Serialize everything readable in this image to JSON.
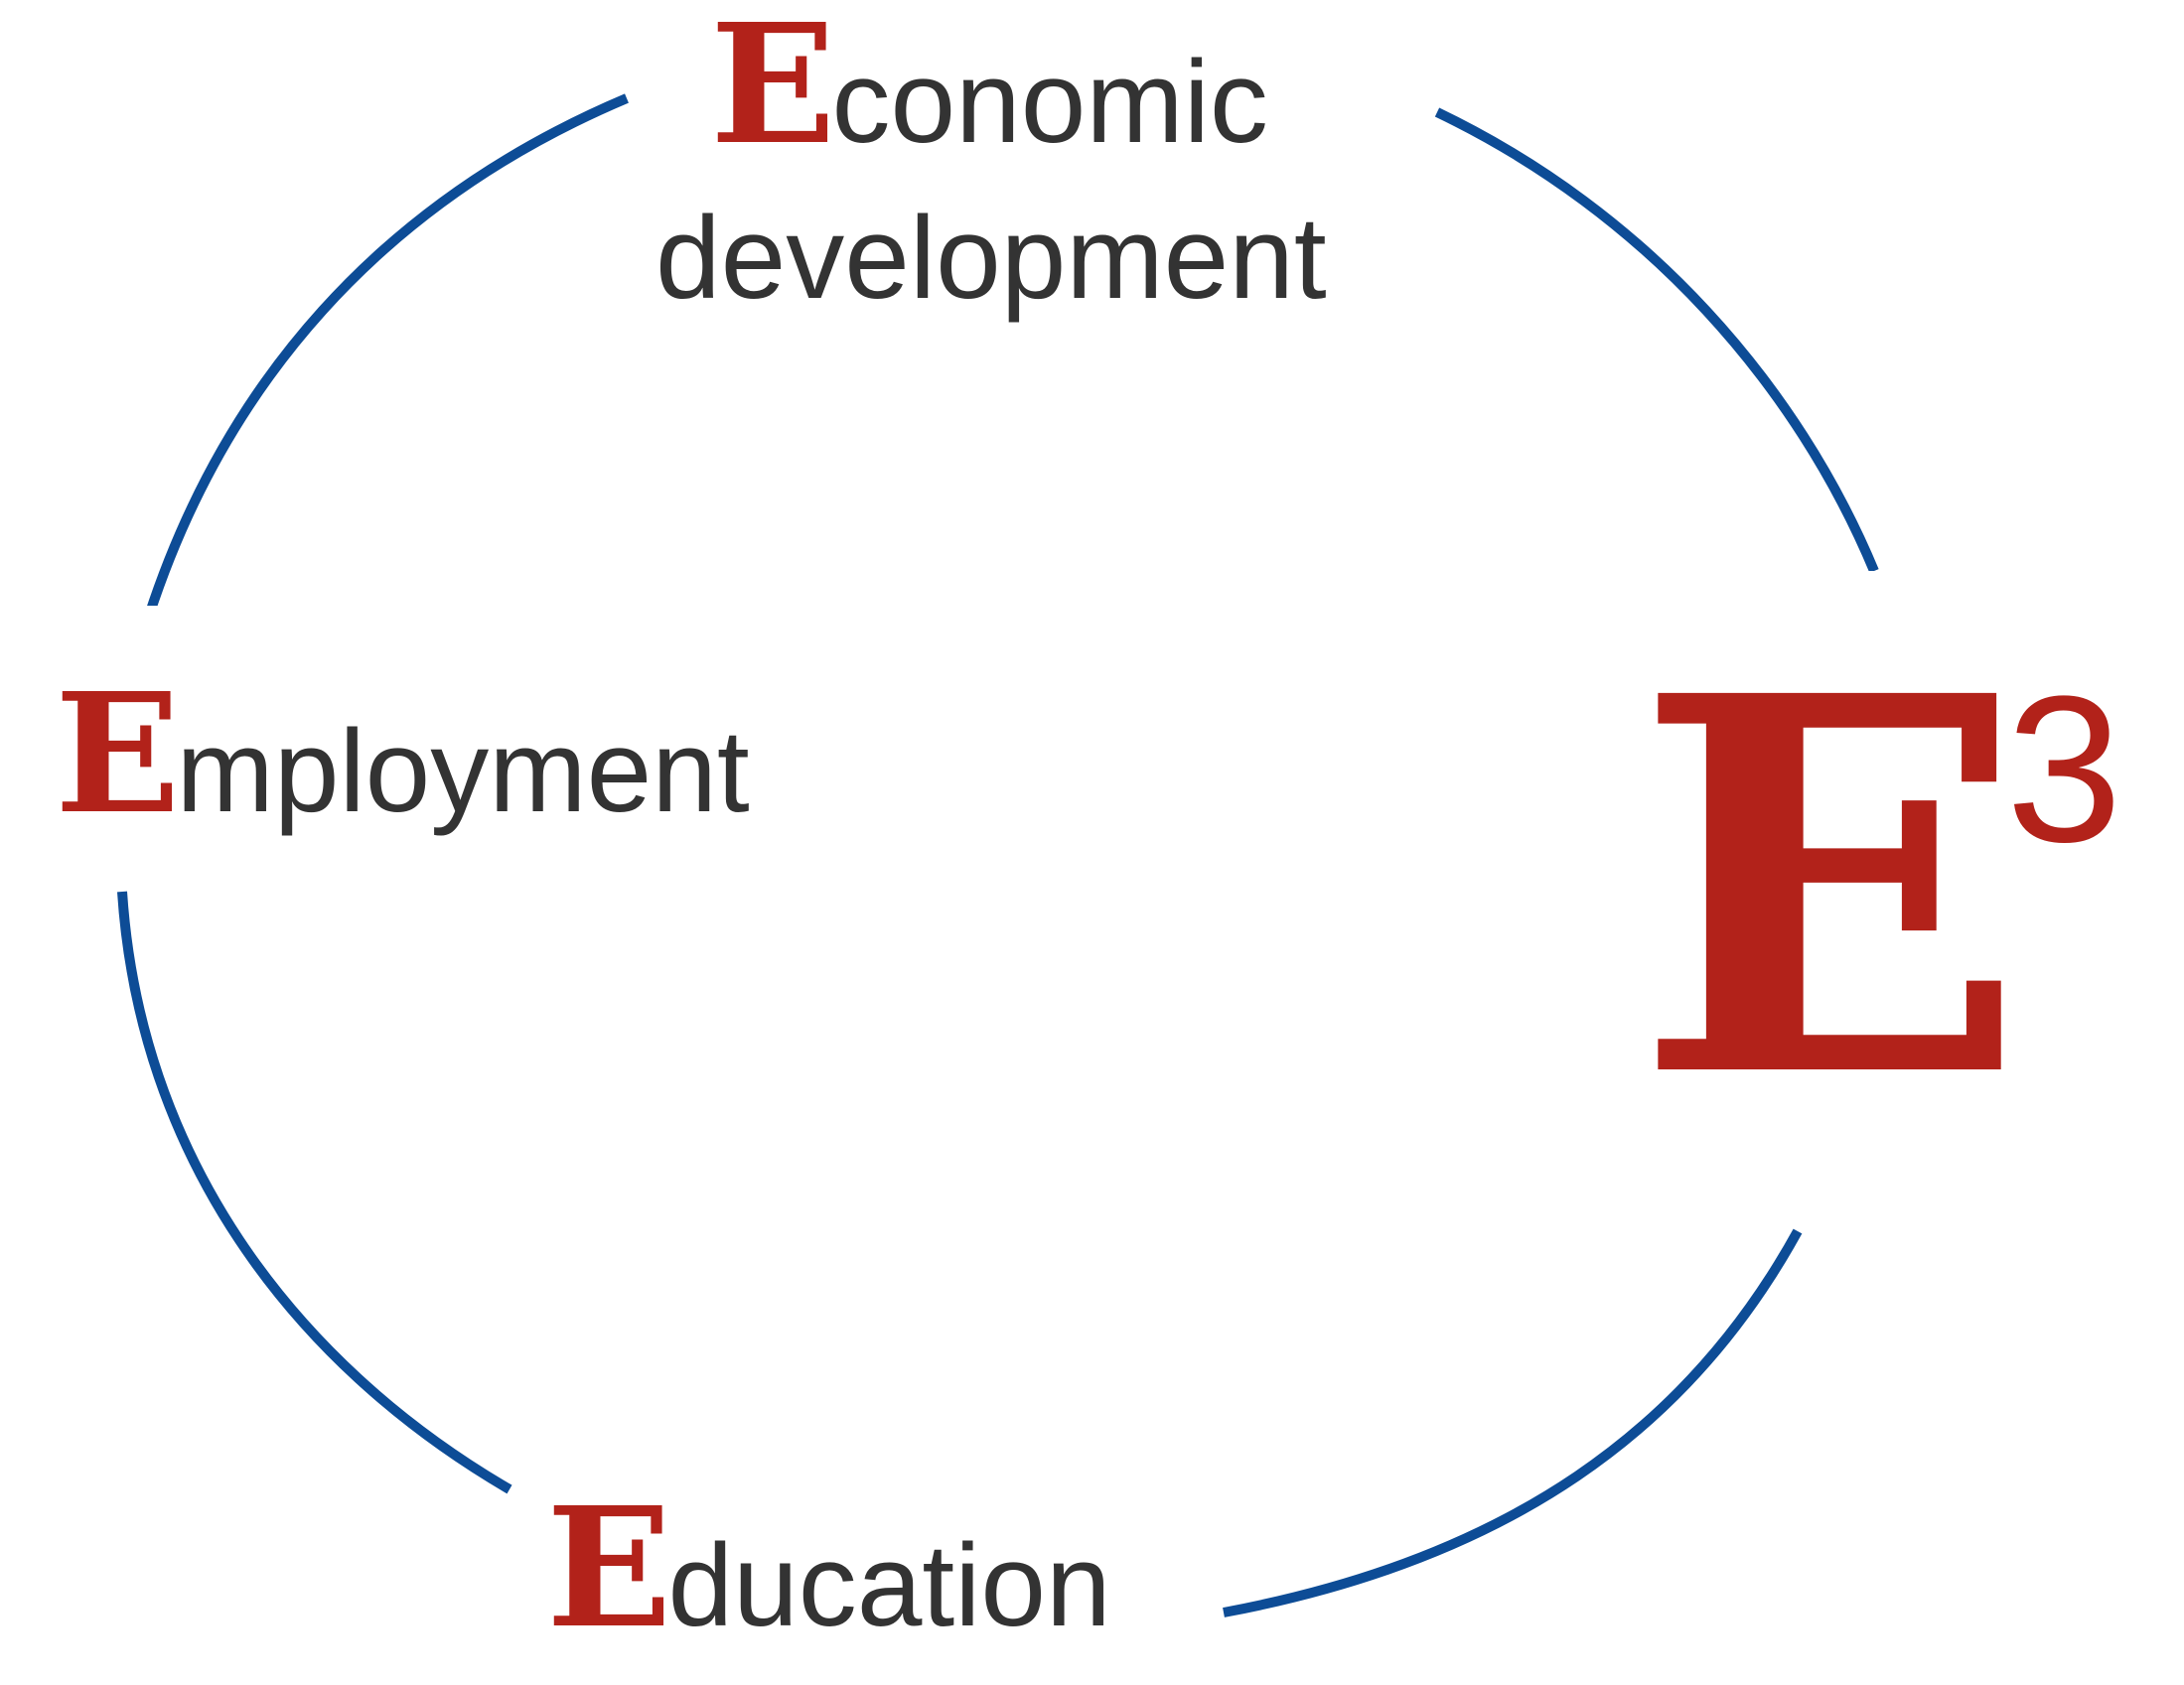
{
  "colors": {
    "ring": "#0d4c96",
    "accent": "#b2221a",
    "text": "#333333",
    "background": "#ffffff"
  },
  "nodes": {
    "economic": {
      "cap": "E",
      "line1_rest": "conomic",
      "line2": "development"
    },
    "employment": {
      "cap": "E",
      "rest": "mployment"
    },
    "education": {
      "cap": "E",
      "rest": "ducation"
    }
  },
  "logo": {
    "letter": "E",
    "superscript": "3"
  }
}
